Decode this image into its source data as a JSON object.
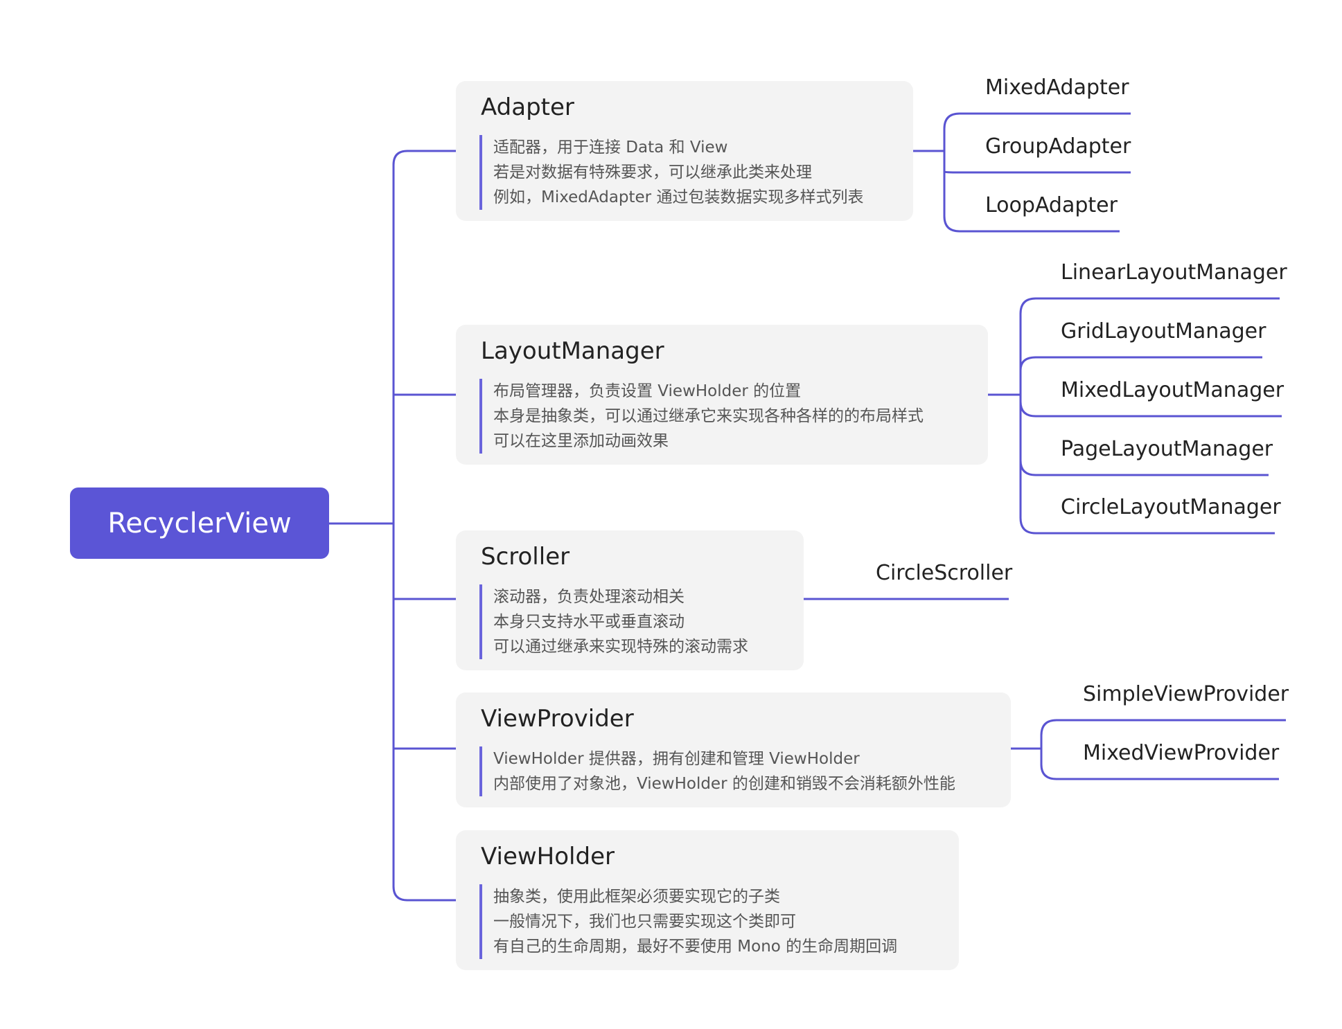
{
  "root": {
    "label": "RecyclerView"
  },
  "colors": {
    "accent": "#5b55d6",
    "connector": "#5a54d2",
    "card_bg": "#f3f3f3"
  },
  "branches": [
    {
      "title": "Adapter",
      "notes": [
        "适配器，用于连接 Data 和 View",
        "若是对数据有特殊要求，可以继承此类来处理",
        "例如，MixedAdapter 通过包装数据实现多样式列表"
      ],
      "children": [
        "MixedAdapter",
        "GroupAdapter",
        "LoopAdapter"
      ]
    },
    {
      "title": "LayoutManager",
      "notes": [
        "布局管理器，负责设置 ViewHolder 的位置",
        "本身是抽象类，可以通过继承它来实现各种各样的的布局样式",
        "可以在这里添加动画效果"
      ],
      "children": [
        "LinearLayoutManager",
        "GridLayoutManager",
        "MixedLayoutManager",
        "PageLayoutManager",
        "CircleLayoutManager"
      ]
    },
    {
      "title": "Scroller",
      "notes": [
        "滚动器，负责处理滚动相关",
        "本身只支持水平或垂直滚动",
        "可以通过继承来实现特殊的滚动需求"
      ],
      "children": [
        "CircleScroller"
      ]
    },
    {
      "title": "ViewProvider",
      "notes": [
        "ViewHolder 提供器，拥有创建和管理 ViewHolder",
        "内部使用了对象池，ViewHolder 的创建和销毁不会消耗额外性能"
      ],
      "children": [
        "SimpleViewProvider",
        "MixedViewProvider"
      ]
    },
    {
      "title": "ViewHolder",
      "notes": [
        "抽象类，使用此框架必须要实现它的子类",
        "一般情况下，我们也只需要实现这个类即可",
        "有自己的生命周期，最好不要使用 Mono 的生命周期回调"
      ],
      "children": []
    }
  ]
}
